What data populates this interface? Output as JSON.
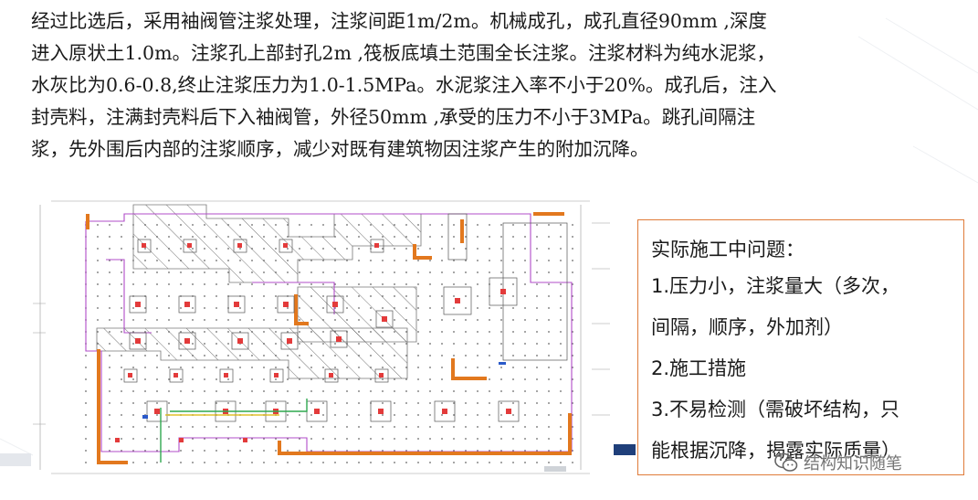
{
  "paragraph": {
    "lines": [
      "经过比选后，采用袖阀管注浆处理，注浆间距1m/2m。机械成孔，成孔直径90mm ,深度",
      "进入原状土1.0m。注浆孔上部封孔2m ,筏板底填土范围全长注浆。注浆材料为纯水泥浆，",
      "水灰比为0.6-0.8,终止注浆压力为1.0-1.5MPa。水泥浆注入率不小于20%。成孔后，注入",
      "封壳料，注满封壳料后下入袖阀管，外径50mm ,承受的压力不小于3MPa。跳孔间隔注",
      "浆，先外围后内部的注浆顺序，减少对既有建筑物因注浆产生的附加沉降。"
    ]
  },
  "callout": {
    "title": "实际施工中问题：",
    "items": [
      "1.压力小，注浆量大（多次，",
      "间隔，顺序，外加剂）",
      "2.施工措施",
      "3.不易检测（需破坏结构，只",
      "能根据沉降，揭露实际质量）"
    ]
  },
  "watermark": {
    "text": "结构知识随笔",
    "icon": "wechat-icon"
  },
  "colors": {
    "callout_border": "#e07b39",
    "blue_bar": "#1f3f7a",
    "plan_magenta": "#b04cc8",
    "plan_orange": "#e2781e",
    "plan_green": "#2fa84f",
    "plan_red": "#e33b3b"
  }
}
